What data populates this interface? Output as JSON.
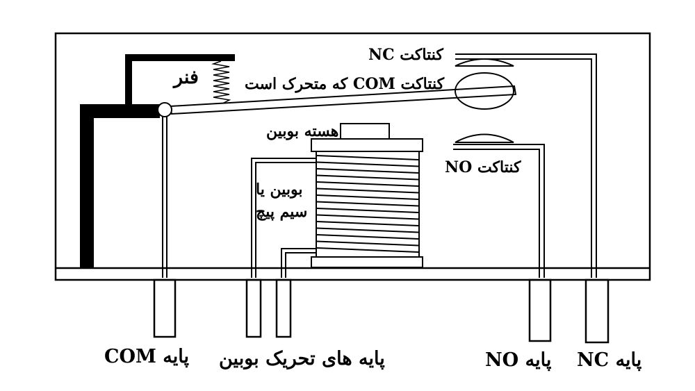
{
  "labels": {
    "nc_contact": "کنتاکت NC",
    "com_contact": "کنتاکت COM که متحرک است",
    "spring": "فنر",
    "coil_core": "هسته بوبین",
    "no_contact": "کنتاکت NO",
    "coil_line1": "بوبین یا",
    "coil_line2": "سیم پیچ",
    "com_pin": "پایه COM",
    "coil_pins": "پایه های تحریک بوبین",
    "no_pin": "پایه NO",
    "nc_pin": "پایه NC"
  }
}
